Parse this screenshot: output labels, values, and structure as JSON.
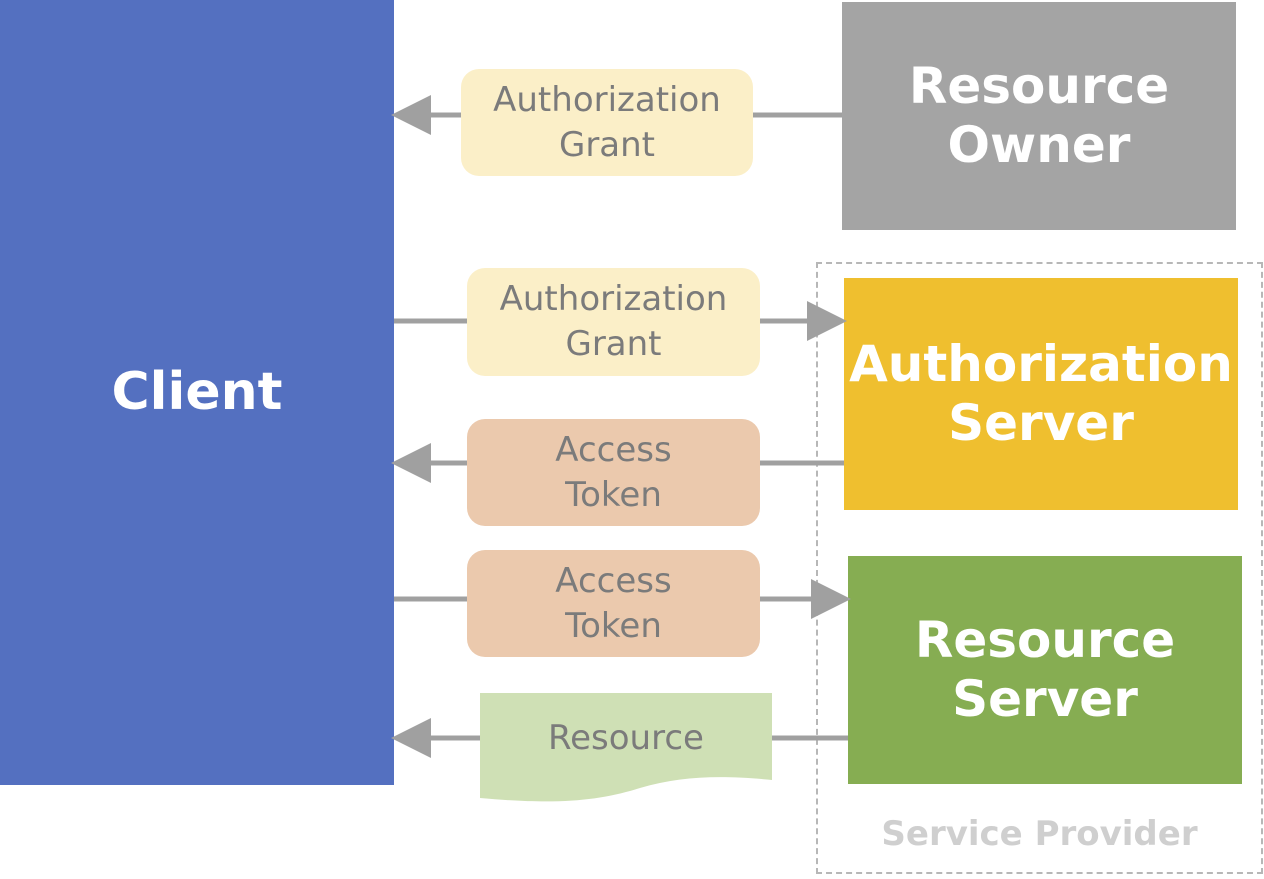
{
  "nodes": {
    "client": "Client",
    "resource_owner": "Resource\nOwner",
    "authorization_server": "Authorization\nServer",
    "resource_server": "Resource\nServer",
    "service_provider": "Service Provider"
  },
  "messages": {
    "grant_from_owner": "Authorization\nGrant",
    "grant_to_auth_server": "Authorization\nGrant",
    "token_from_auth_server": "Access\nToken",
    "token_to_resource_server": "Access\nToken",
    "resource_from_server": "Resource"
  },
  "colors": {
    "client": "#5470c0",
    "resource_owner": "#a4a4a4",
    "authorization_server": "#efbf2f",
    "resource_server": "#86ad52",
    "grant_pill": "#fbefc8",
    "token_pill": "#ebc9ad",
    "resource_doc": "#cfe0b5",
    "arrow": "#a0a0a0",
    "service_provider_border": "#b7b7b7",
    "service_provider_label": "#cfcfcf"
  }
}
